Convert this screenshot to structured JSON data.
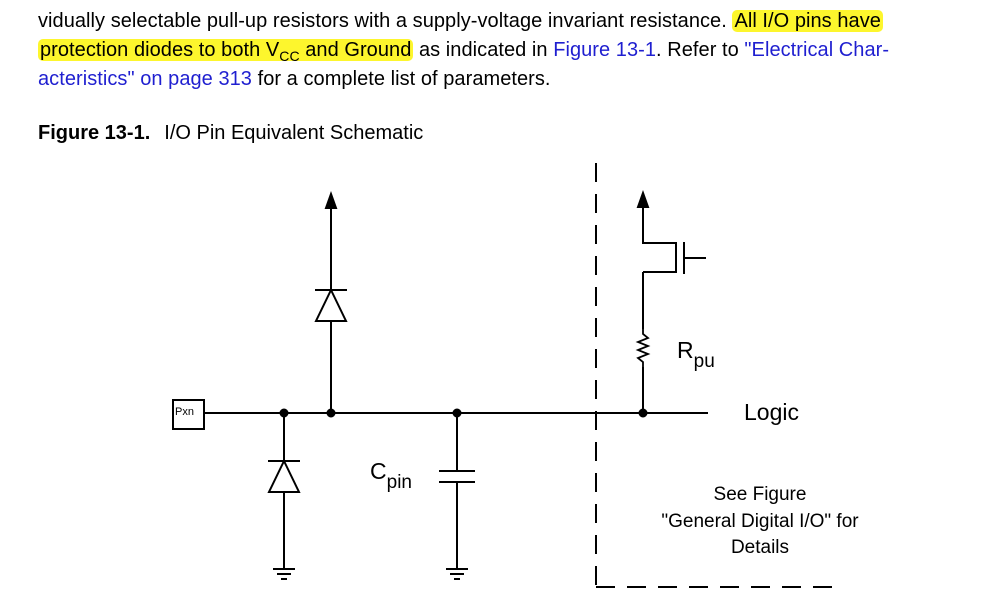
{
  "paragraph": {
    "line1_plain": "vidually selectable pull-up resistors with a supply-voltage invariant resistance. ",
    "line1_highlight": "All I/O pins have",
    "line2_highlight_a": "protection diodes to both V",
    "line2_vcc_sub": "CC",
    "line2_highlight_b": " and Ground",
    "line2_plain_a": " as indicated in ",
    "line2_link_fig": "Figure 13-1",
    "line2_plain_b": ". Refer to ",
    "line2_link_elec": "\"Electrical Char-",
    "line3_link": "acteristics\" on page 313",
    "line3_plain": " for a complete list of parameters."
  },
  "caption": {
    "number": "Figure 13-1.",
    "title": "I/O Pin Equivalent Schematic"
  },
  "schematic": {
    "pin_label": "Pxn",
    "cap_label": "C",
    "cap_sub": "pin",
    "res_label": "R",
    "res_sub": "pu",
    "logic_label": "Logic",
    "note_line1": "See Figure",
    "note_line2": "\"General Digital I/O\" for",
    "note_line3": "Details"
  },
  "colors": {
    "highlight": "#fdf62d",
    "link": "#1f1fd0"
  }
}
